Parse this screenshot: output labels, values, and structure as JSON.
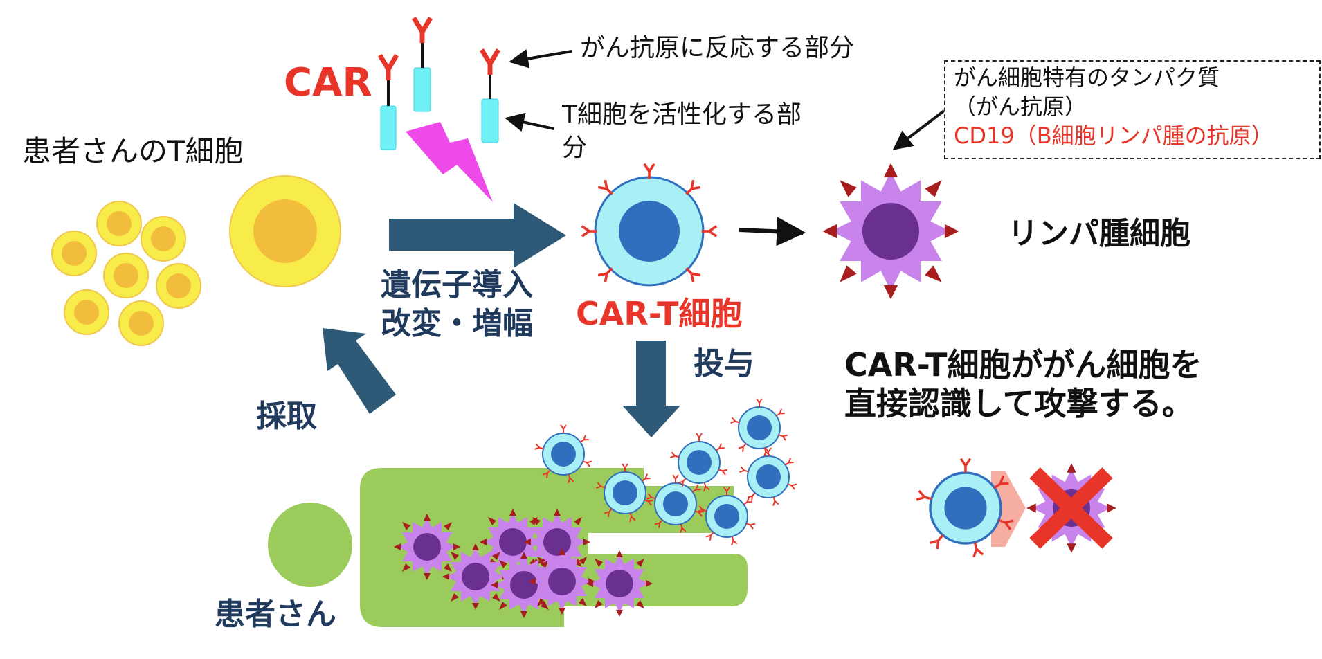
{
  "labels": {
    "car": "CAR",
    "antigen_part": "がん抗原に反応する部分",
    "activate_part_line1": "T細胞を活性化する部",
    "activate_part_line2": "分",
    "patient_tcell": "患者さんのT細胞",
    "gene_transfer_line1": "遺伝子導入",
    "gene_transfer_line2": "改変・増幅",
    "car_t_cell": "CAR-T細胞",
    "lymphoma_cell": "リンパ腫細胞",
    "administer": "投与",
    "collect": "採取",
    "patient": "患者さん",
    "attack_line1": "CAR-T細胞ががん細胞を",
    "attack_line2": "直接認識して攻撃する。"
  },
  "callout": {
    "line1": "がん細胞特有のタンパク質",
    "line2": "（がん抗原）",
    "line3": "CD19（B細胞リンパ腫の抗原）"
  },
  "colors": {
    "navy": "#1f3a5c",
    "arrow": "#2e5a78",
    "red": "#e8352a",
    "car_stem": "#6ff0f5",
    "tcell_outer": "#f7ec4a",
    "tcell_inner": "#f2bd3c",
    "cart_outer": "#a8f0f6",
    "cart_inner": "#2f6fbe",
    "tumor_outer": "#c984ec",
    "tumor_inner": "#6a3090",
    "tumor_spike": "#a81d1d",
    "body": "#9bcc5b",
    "lightning": "#ee4aea"
  }
}
